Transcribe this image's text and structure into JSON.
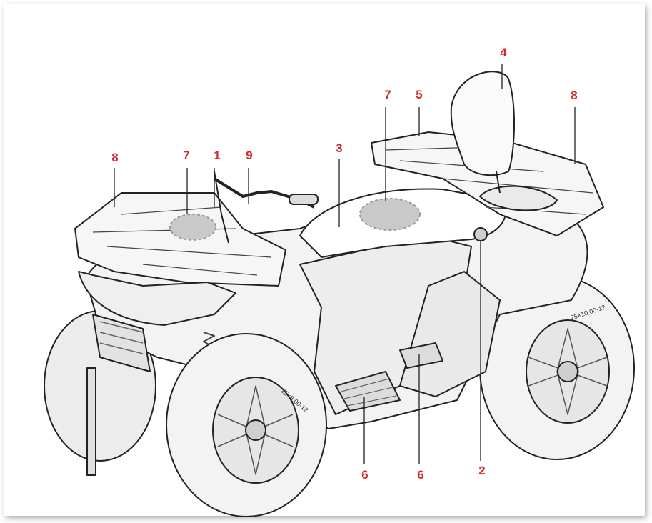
{
  "callouts": {
    "front_rack": "8",
    "front_storage": "7",
    "item_1": "1",
    "item_9": "9",
    "seat": "3",
    "rear_storage": "7",
    "item_5": "5",
    "backrest": "4",
    "rear_rack": "8",
    "footrest_left": "6",
    "footrest_right": "6",
    "item_2": "2"
  },
  "tires": {
    "front_size": "25×8.00-12",
    "rear_size": "25×10.00-12"
  },
  "colors": {
    "label": "#d42a2a",
    "line": "#222222",
    "body": "#f2f2f2",
    "highlight": "#c9c9c9"
  }
}
